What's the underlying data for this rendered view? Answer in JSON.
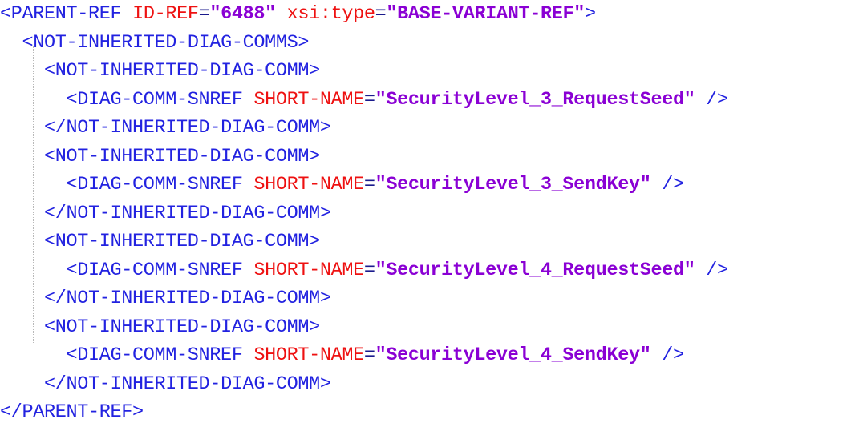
{
  "document": {
    "kind": "xml-code-snippet",
    "language": "XML",
    "background_color": "#ffffff",
    "colors": {
      "tag": "#2222e0",
      "punctuation": "#2222e0",
      "attribute_name": "#ee1111",
      "equals": "#1a1a8c",
      "attribute_value": "#8a00d4",
      "indent_guide": "#b8b8b8"
    },
    "indent_unit_spaces": 2,
    "line_count": 13
  },
  "lines": [
    {
      "n": 1,
      "indent": "",
      "tokens": [
        {
          "t": "punct",
          "s": "<"
        },
        {
          "t": "tag",
          "s": "PARENT-REF"
        },
        {
          "t": "ws",
          "s": " "
        },
        {
          "t": "attr",
          "s": "ID-REF"
        },
        {
          "t": "eq",
          "s": "="
        },
        {
          "t": "value",
          "s": "\"6488\""
        },
        {
          "t": "ws",
          "s": " "
        },
        {
          "t": "attr",
          "s": "xsi:type"
        },
        {
          "t": "eq",
          "s": "="
        },
        {
          "t": "value",
          "s": "\"BASE-VARIANT-REF\""
        },
        {
          "t": "punct",
          "s": ">"
        }
      ]
    },
    {
      "n": 2,
      "indent": "  ",
      "tokens": [
        {
          "t": "punct",
          "s": "<"
        },
        {
          "t": "tag",
          "s": "NOT-INHERITED-DIAG-COMMS"
        },
        {
          "t": "punct",
          "s": ">"
        }
      ]
    },
    {
      "n": 3,
      "indent": "    ",
      "tokens": [
        {
          "t": "punct",
          "s": "<"
        },
        {
          "t": "tag",
          "s": "NOT-INHERITED-DIAG-COMM"
        },
        {
          "t": "punct",
          "s": ">"
        }
      ]
    },
    {
      "n": 4,
      "indent": "      ",
      "tokens": [
        {
          "t": "punct",
          "s": "<"
        },
        {
          "t": "tag",
          "s": "DIAG-COMM-SNREF"
        },
        {
          "t": "ws",
          "s": " "
        },
        {
          "t": "attr",
          "s": "SHORT-NAME"
        },
        {
          "t": "eq",
          "s": "="
        },
        {
          "t": "value",
          "s": "\"SecurityLevel_3_RequestSeed\""
        },
        {
          "t": "ws",
          "s": " "
        },
        {
          "t": "punct",
          "s": "/>"
        }
      ]
    },
    {
      "n": 5,
      "indent": "    ",
      "tokens": [
        {
          "t": "punct",
          "s": "</"
        },
        {
          "t": "tag",
          "s": "NOT-INHERITED-DIAG-COMM"
        },
        {
          "t": "punct",
          "s": ">"
        }
      ]
    },
    {
      "n": 6,
      "indent": "    ",
      "tokens": [
        {
          "t": "punct",
          "s": "<"
        },
        {
          "t": "tag",
          "s": "NOT-INHERITED-DIAG-COMM"
        },
        {
          "t": "punct",
          "s": ">"
        }
      ]
    },
    {
      "n": 7,
      "indent": "      ",
      "tokens": [
        {
          "t": "punct",
          "s": "<"
        },
        {
          "t": "tag",
          "s": "DIAG-COMM-SNREF"
        },
        {
          "t": "ws",
          "s": " "
        },
        {
          "t": "attr",
          "s": "SHORT-NAME"
        },
        {
          "t": "eq",
          "s": "="
        },
        {
          "t": "value",
          "s": "\"SecurityLevel_3_SendKey\""
        },
        {
          "t": "ws",
          "s": " "
        },
        {
          "t": "punct",
          "s": "/>"
        }
      ]
    },
    {
      "n": 8,
      "indent": "    ",
      "tokens": [
        {
          "t": "punct",
          "s": "</"
        },
        {
          "t": "tag",
          "s": "NOT-INHERITED-DIAG-COMM"
        },
        {
          "t": "punct",
          "s": ">"
        }
      ]
    },
    {
      "n": 9,
      "indent": "    ",
      "tokens": [
        {
          "t": "punct",
          "s": "<"
        },
        {
          "t": "tag",
          "s": "NOT-INHERITED-DIAG-COMM"
        },
        {
          "t": "punct",
          "s": ">"
        }
      ]
    },
    {
      "n": 10,
      "indent": "      ",
      "tokens": [
        {
          "t": "punct",
          "s": "<"
        },
        {
          "t": "tag",
          "s": "DIAG-COMM-SNREF"
        },
        {
          "t": "ws",
          "s": " "
        },
        {
          "t": "attr",
          "s": "SHORT-NAME"
        },
        {
          "t": "eq",
          "s": "="
        },
        {
          "t": "value",
          "s": "\"SecurityLevel_4_RequestSeed\""
        },
        {
          "t": "ws",
          "s": " "
        },
        {
          "t": "punct",
          "s": "/>"
        }
      ]
    },
    {
      "n": 11,
      "indent": "    ",
      "tokens": [
        {
          "t": "punct",
          "s": "</"
        },
        {
          "t": "tag",
          "s": "NOT-INHERITED-DIAG-COMM"
        },
        {
          "t": "punct",
          "s": ">"
        }
      ]
    },
    {
      "n": 12,
      "indent": "    ",
      "tokens": [
        {
          "t": "punct",
          "s": "<"
        },
        {
          "t": "tag",
          "s": "NOT-INHERITED-DIAG-COMM"
        },
        {
          "t": "punct",
          "s": ">"
        }
      ]
    },
    {
      "n": 13,
      "indent": "      ",
      "tokens": [
        {
          "t": "punct",
          "s": "<"
        },
        {
          "t": "tag",
          "s": "DIAG-COMM-SNREF"
        },
        {
          "t": "ws",
          "s": " "
        },
        {
          "t": "attr",
          "s": "SHORT-NAME"
        },
        {
          "t": "eq",
          "s": "="
        },
        {
          "t": "value",
          "s": "\"SecurityLevel_4_SendKey\""
        },
        {
          "t": "ws",
          "s": " "
        },
        {
          "t": "punct",
          "s": "/>"
        }
      ]
    },
    {
      "n": 14,
      "indent": "    ",
      "tokens": [
        {
          "t": "punct",
          "s": "</"
        },
        {
          "t": "tag",
          "s": "NOT-INHERITED-DIAG-COMM"
        },
        {
          "t": "punct",
          "s": ">"
        }
      ]
    },
    {
      "n": 15,
      "indent": "",
      "tokens": [
        {
          "t": "punct",
          "s": "</"
        },
        {
          "t": "tag",
          "s": "PARENT-REF"
        },
        {
          "t": "punct",
          "s": ">"
        }
      ]
    }
  ]
}
